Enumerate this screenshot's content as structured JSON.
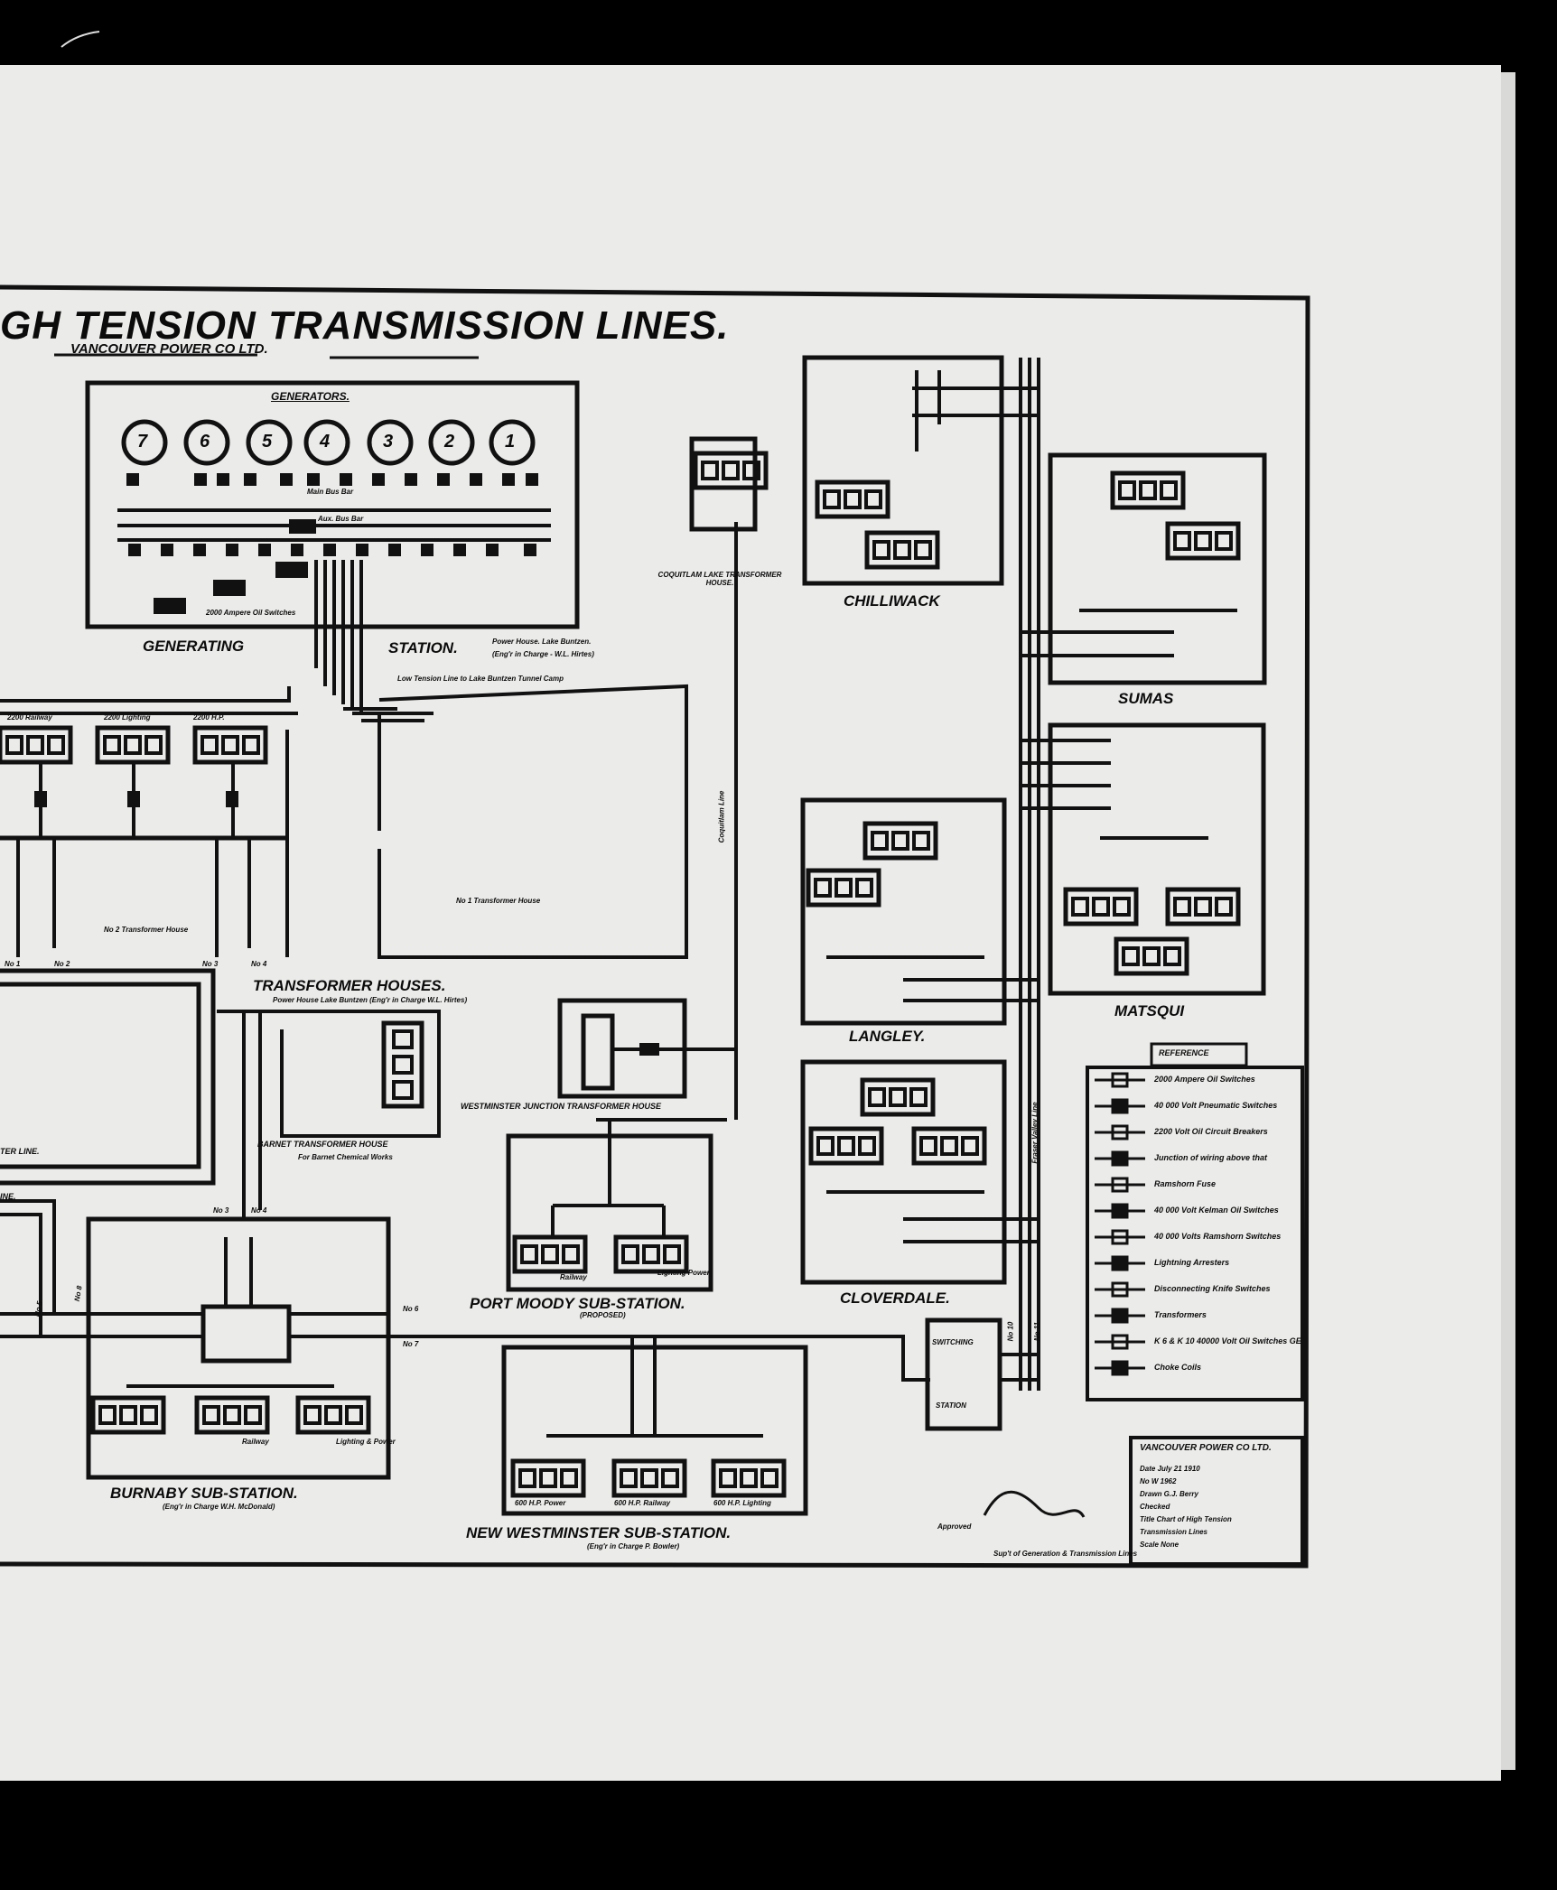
{
  "title": "GH TENSION TRANSMISSION LINES.",
  "company": "VANCOUVER POWER CO LTD.",
  "generating_station": {
    "generators_label": "GENERATORS.",
    "generator_numbers": [
      "7",
      "6",
      "5",
      "4",
      "3",
      "2",
      "1"
    ],
    "label_left": "GENERATING",
    "label_right": "STATION.",
    "power_house_note": "Power House. Lake Buntzen.",
    "engineer_note": "(Eng'r in Charge - W.L. Hirtes)",
    "bus_top": "Main Bus Bar",
    "bus_mid": "Aux. Bus Bar",
    "switch_note": "2000 Ampere Oil Switches",
    "tunnel_note": "Low Tension Line to Lake Buntzen Tunnel Camp"
  },
  "transformer_houses": {
    "label": "TRANSFORMER HOUSES.",
    "note": "Power House Lake Buntzen (Eng'r in Charge W.L. Hirtes)",
    "bank_ratings": [
      "2200 Railway",
      "2200 Lighting",
      "2200 H.P."
    ],
    "no1_house": "No 1 Transformer House",
    "no2_house": "No 2 Transformer House",
    "house_nos": [
      "No 1",
      "No 2",
      "No 3",
      "No 4"
    ]
  },
  "barnet": {
    "label": "BARNET TRANSFORMER HOUSE",
    "note": "For Barnet Chemical Works"
  },
  "coquitlam": {
    "label": "COQUITLAM LAKE TRANSFORMER HOUSE.",
    "line_label": "Coquitlam Line"
  },
  "westminster_junction": {
    "label": "WESTMINSTER JUNCTION TRANSFORMER HOUSE"
  },
  "port_moody": {
    "label": "PORT MOODY SUB-STATION.",
    "proposed": "(PROPOSED)",
    "bank_labels": [
      "Railway",
      "Lighting Power"
    ]
  },
  "burnaby": {
    "label": "BURNABY SUB-STATION.",
    "note": "(Eng'r in Charge W.H. McDonald)",
    "line_nos": [
      "No 3",
      "No 4",
      "No 6",
      "No 7",
      "No 5",
      "No 8"
    ],
    "bank_labels": [
      "Railway",
      "Lighting & Power"
    ]
  },
  "new_westminster": {
    "label": "NEW WESTMINSTER SUB-STATION.",
    "note": "(Eng'r in Charge P. Bowler)",
    "bank_labels": [
      "600 H.P. Power",
      "600 H.P. Railway",
      "600 H.P. Lighting"
    ]
  },
  "left_lines": [
    "TER LINE.",
    "INE."
  ],
  "switching_station": {
    "top": "SWITCHING",
    "bottom": "STATION"
  },
  "stations": {
    "chilliwack": "CHILLIWACK",
    "sumas": "SUMAS",
    "matsqui": "MATSQUI",
    "langley": "LANGLEY.",
    "cloverdale": "CLOVERDALE."
  },
  "fraser_line": "Fraser Valley Line",
  "fraser_line_nos": [
    "No 10",
    "No 11"
  ],
  "reference": {
    "title": "REFERENCE",
    "items": [
      {
        "icon": "oil-switch-icon",
        "text": "2000 Ampere Oil Switches"
      },
      {
        "icon": "pneumatic-switch-icon",
        "text": "40 000 Volt Pneumatic Switches"
      },
      {
        "icon": "circuit-breaker-icon",
        "text": "2200 Volt Oil Circuit Breakers"
      },
      {
        "icon": "junction-icon",
        "text": "Junction of wiring above that"
      },
      {
        "icon": "fuse-icon",
        "text": "Ramshorn Fuse"
      },
      {
        "icon": "kelman-switch-icon",
        "text": "40 000 Volt Kelman Oil Switches"
      },
      {
        "icon": "ramshorn-switch-icon",
        "text": "40 000 Volts Ramshorn Switches"
      },
      {
        "icon": "arrester-icon",
        "text": "Lightning Arresters"
      },
      {
        "icon": "disconnecting-switch-icon",
        "text": "Disconnecting Knife Switches"
      },
      {
        "icon": "transformer-icon",
        "text": "Transformers"
      },
      {
        "icon": "oil-switch-ge-icon",
        "text": "K 6 & K 10 40000 Volt Oil Switches GE"
      },
      {
        "icon": "choke-coil-icon",
        "text": "Choke Coils"
      }
    ]
  },
  "title_block": {
    "company": "VANCOUVER POWER CO LTD.",
    "rows": [
      "Date July 21 1910",
      "No W 1962",
      "Drawn G.J. Berry",
      "Checked",
      "Title Chart of High Tension",
      "Transmission Lines",
      "Scale None"
    ]
  },
  "approved": {
    "label": "Approved",
    "title": "Sup't of Generation & Transmission Lines"
  }
}
